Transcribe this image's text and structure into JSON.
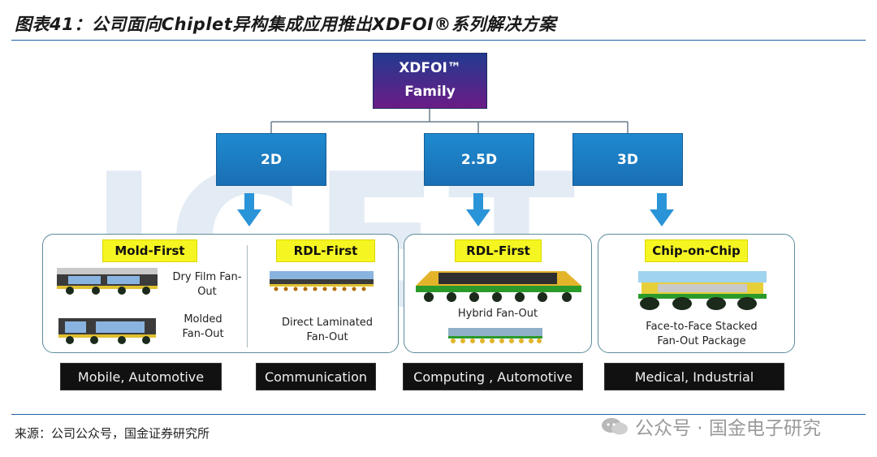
{
  "header": {
    "title": "图表41：公司面向Chiplet异构集成应用推出XDFOI®系列解决方案"
  },
  "footer": {
    "source": "来源：公司公众号，国金证券研究所",
    "watermark": "公众号 · 国金电子研究"
  },
  "background_mark": "JCET",
  "diagram": {
    "root": {
      "line1": "XDFOI™",
      "line2": "Family"
    },
    "dimensions": [
      {
        "label": "2D"
      },
      {
        "label": "2.5D"
      },
      {
        "label": "3D"
      }
    ],
    "panels": {
      "two_d_left": {
        "tag": "Mold-First",
        "items": [
          {
            "caption_l1": "Dry Film Fan-",
            "caption_l2": "Out"
          },
          {
            "caption_l1": "Molded",
            "caption_l2": "Fan-Out"
          }
        ]
      },
      "two_d_right": {
        "tag": "RDL-First",
        "caption_l1": "Direct Laminated",
        "caption_l2": "Fan-Out"
      },
      "two_five_d": {
        "tag": "RDL-First",
        "caption_l1": "Hybrid Fan-Out"
      },
      "three_d": {
        "tag": "Chip-on-Chip",
        "caption_l1": "Face-to-Face Stacked",
        "caption_l2": "Fan-Out Package"
      }
    },
    "applications": [
      {
        "label": "Mobile, Automotive"
      },
      {
        "label": "Communication"
      },
      {
        "label": "Computing , Automotive"
      },
      {
        "label": "Medical, Industrial"
      }
    ]
  },
  "colors": {
    "accent_rule": "#1f5fa8",
    "root_box": "#4a2a8a",
    "dimension_box": "#1a7bc0",
    "tag_yellow": "#f5f522",
    "app_bar": "#111111"
  }
}
